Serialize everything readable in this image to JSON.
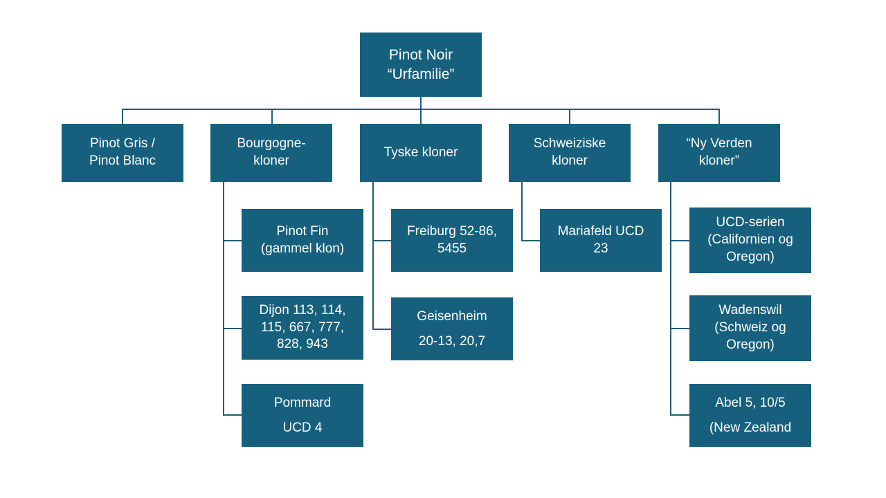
{
  "diagram": {
    "title_node": {
      "name": "pinot-noir-root",
      "lines": [
        "Pinot Noir",
        "“Urfamilie”"
      ]
    },
    "level2": [
      {
        "name": "pinot-gris-blanc",
        "lines": [
          "Pinot Gris /",
          "Pinot Blanc"
        ]
      },
      {
        "name": "bourgogne-kloner",
        "lines": [
          "Bourgogne-",
          "kloner"
        ]
      },
      {
        "name": "tyske-kloner",
        "lines": [
          "Tyske kloner"
        ]
      },
      {
        "name": "schweiziske-kloner",
        "lines": [
          "Schweiziske",
          "kloner"
        ]
      },
      {
        "name": "ny-verden-kloner",
        "lines": [
          "“Ny Verden",
          "kloner”"
        ]
      }
    ],
    "level3": {
      "bourgogne": [
        {
          "name": "pinot-fin",
          "lines": [
            "Pinot Fin",
            "(gammel klon)"
          ]
        },
        {
          "name": "dijon",
          "lines": [
            "Dijon 113, 114,",
            "115, 667, 777,",
            "828, 943"
          ]
        },
        {
          "name": "pommard",
          "lines": [
            "Pommard",
            "UCD 4"
          ],
          "spaced": true
        }
      ],
      "tyske": [
        {
          "name": "freiburg",
          "lines": [
            "Freiburg 52-86,",
            "5455"
          ]
        },
        {
          "name": "geisenheim",
          "lines": [
            "Geisenheim",
            "20-13, 20,7"
          ],
          "spaced": true
        }
      ],
      "schweiziske": [
        {
          "name": "mariafeld",
          "lines": [
            "Mariafeld UCD",
            "23"
          ]
        }
      ],
      "ny_verden": [
        {
          "name": "ucd-serien",
          "lines": [
            "UCD-serien",
            "(Californien og",
            "Oregon)"
          ]
        },
        {
          "name": "wadenswil",
          "lines": [
            "Wadenswil",
            "(Schweiz og",
            "Oregon)"
          ]
        },
        {
          "name": "abel",
          "lines": [
            "Abel 5, 10/5",
            "(New Zealand"
          ]
        }
      ]
    },
    "colors": {
      "box_fill": "#17607d",
      "connector": "#1d5d78",
      "text": "#ffffff",
      "background": "#ffffff"
    }
  }
}
